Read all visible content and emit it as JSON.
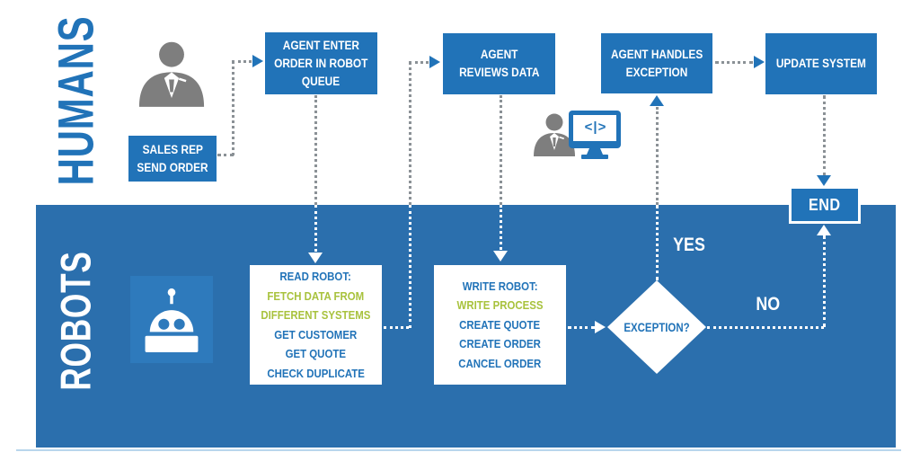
{
  "palette": {
    "box_blue": "#2173b8",
    "band_blue": "#2b6fad",
    "robot_tile_blue": "#2e7abc",
    "green_text": "#a8c23d",
    "person_gray": "#7e7e7e",
    "connector_gray": "#8b9196",
    "white": "#ffffff"
  },
  "lanes": {
    "humans": "HUMANS",
    "robots": "ROBOTS"
  },
  "human_nodes": {
    "sales_rep": {
      "line1": "SALES REP",
      "line2": "SEND ORDER"
    },
    "agent_enter": {
      "line1": "AGENT ENTER",
      "line2": "ORDER IN ROBOT",
      "line3": "QUEUE"
    },
    "agent_reviews": {
      "line1": "AGENT",
      "line2": "REVIEWS DATA"
    },
    "agent_handles": {
      "line1": "AGENT HANDLES",
      "line2": "EXCEPTION"
    },
    "update_system": {
      "label": "UPDATE SYSTEM"
    },
    "end": {
      "label": "END"
    }
  },
  "robot_nodes": {
    "read_robot": {
      "title": "READ ROBOT:",
      "green_lines": [
        "FETCH DATA FROM",
        "DIFFERENT SYSTEMS"
      ],
      "blue_lines": [
        "GET CUSTOMER",
        "GET QUOTE",
        "CHECK DUPLICATE"
      ]
    },
    "write_robot": {
      "title": "WRITE ROBOT:",
      "green_lines": [
        "WRITE PROCESS"
      ],
      "blue_lines": [
        "CREATE QUOTE",
        "CREATE ORDER",
        "CANCEL ORDER"
      ]
    },
    "exception_decision": {
      "label": "EXCEPTION?"
    }
  },
  "decision_labels": {
    "yes": "YES",
    "no": "NO"
  },
  "icons": {
    "sales_person": "person-icon",
    "agent_person": "person-icon",
    "monitor": "code-monitor-icon",
    "monitor_screen_text": "<|>",
    "robot": "robot-icon"
  }
}
